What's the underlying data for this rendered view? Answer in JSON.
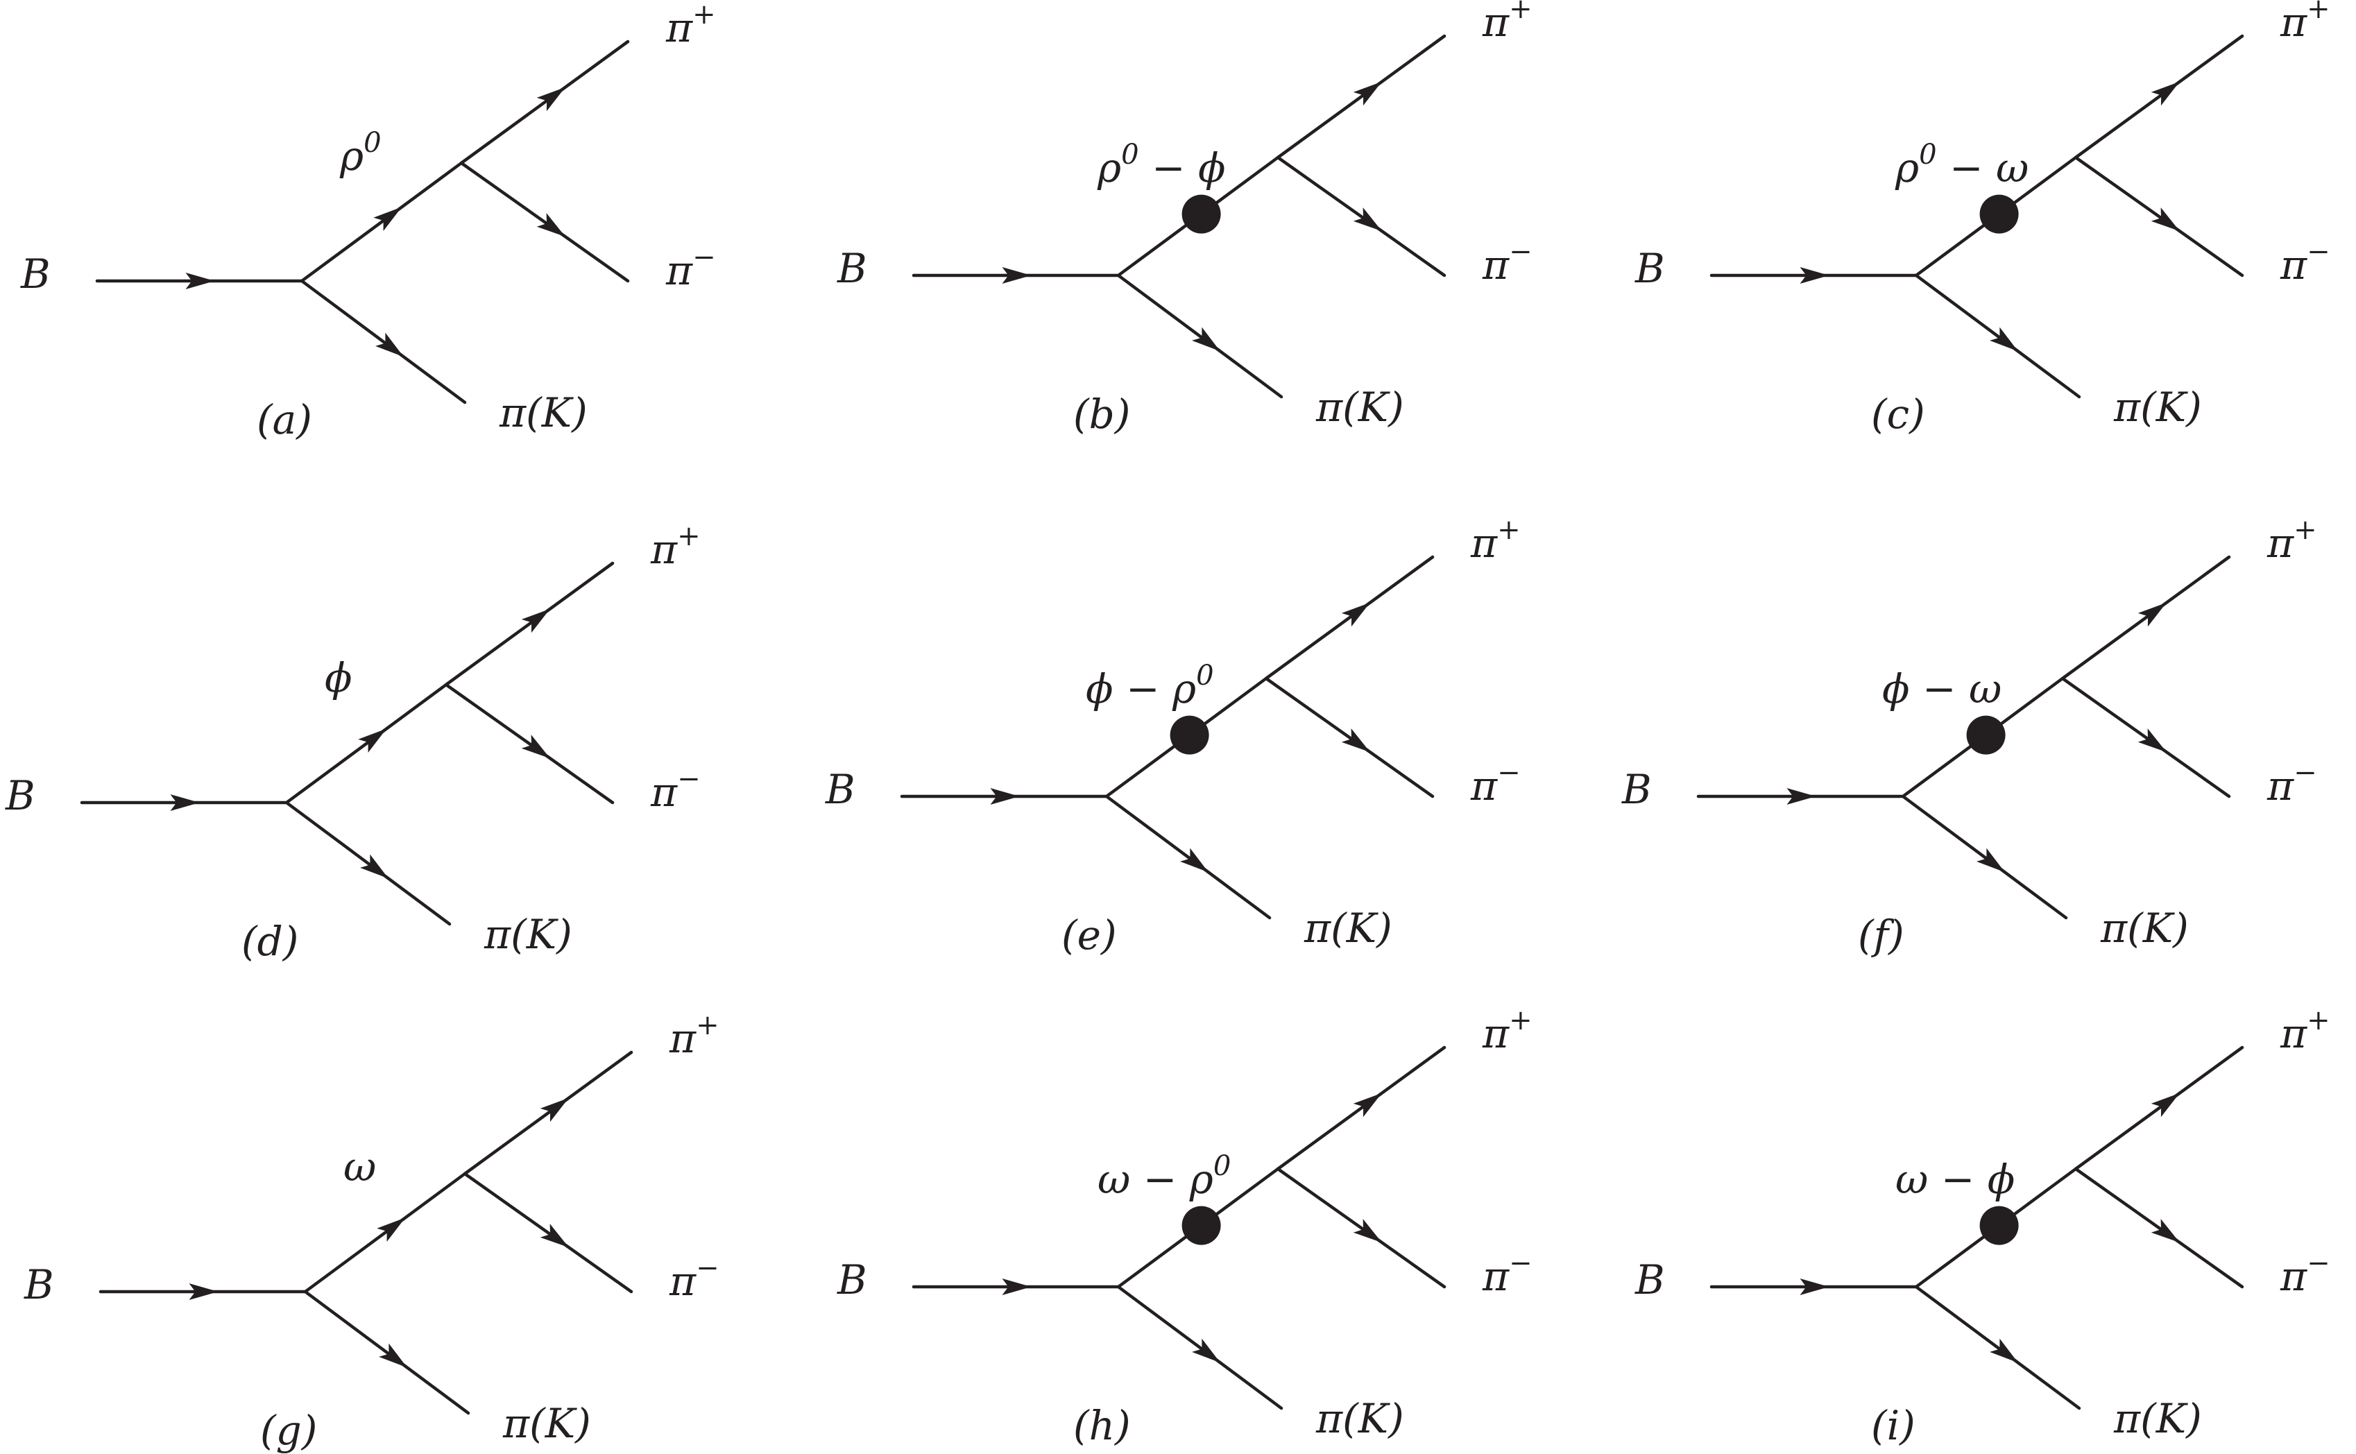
{
  "diagrams": [
    {
      "id": "a",
      "caption": "(a)",
      "incoming": "B",
      "intermediate": "ρ",
      "intermediate_sup": "0",
      "blob": false,
      "out_top": "π",
      "out_top_sup": "+",
      "out_mid": "π",
      "out_mid_sup": "−",
      "out_bottom": "π(K)"
    },
    {
      "id": "b",
      "caption": "(b)",
      "incoming": "B",
      "intermediate": "ρ",
      "intermediate_sup": "0",
      "intermediate_tail": " − ϕ",
      "blob": true,
      "out_top": "π",
      "out_top_sup": "+",
      "out_mid": "π",
      "out_mid_sup": "−",
      "out_bottom": "π(K)"
    },
    {
      "id": "c",
      "caption": "(c)",
      "incoming": "B",
      "intermediate": "ρ",
      "intermediate_sup": "0",
      "intermediate_tail": " − ω",
      "blob": true,
      "out_top": "π",
      "out_top_sup": "+",
      "out_mid": "π",
      "out_mid_sup": "−",
      "out_bottom": "π(K)"
    },
    {
      "id": "d",
      "caption": "(d)",
      "incoming": "B",
      "intermediate": "ϕ",
      "blob": false,
      "out_top": "π",
      "out_top_sup": "+",
      "out_mid": "π",
      "out_mid_sup": "−",
      "out_bottom": "π(K)"
    },
    {
      "id": "e",
      "caption": "(e)",
      "incoming": "B",
      "intermediate": "ϕ − ρ",
      "intermediate_sup": "0",
      "blob": true,
      "out_top": "π",
      "out_top_sup": "+",
      "out_mid": "π",
      "out_mid_sup": "−",
      "out_bottom": "π(K)"
    },
    {
      "id": "f",
      "caption": "(f)",
      "incoming": "B",
      "intermediate": "ϕ − ω",
      "blob": true,
      "out_top": "π",
      "out_top_sup": "+",
      "out_mid": "π",
      "out_mid_sup": "−",
      "out_bottom": "π(K)"
    },
    {
      "id": "g",
      "caption": "(g)",
      "incoming": "B",
      "intermediate": "ω",
      "blob": false,
      "out_top": "π",
      "out_top_sup": "+",
      "out_mid": "π",
      "out_mid_sup": "−",
      "out_bottom": "π(K)"
    },
    {
      "id": "h",
      "caption": "(h)",
      "incoming": "B",
      "intermediate": "ω − ρ",
      "intermediate_sup": "0",
      "blob": true,
      "out_top": "π",
      "out_top_sup": "+",
      "out_mid": "π",
      "out_mid_sup": "−",
      "out_bottom": "π(K)"
    },
    {
      "id": "i",
      "caption": "(i)",
      "incoming": "B",
      "intermediate": "ω − ϕ",
      "blob": true,
      "out_top": "π",
      "out_top_sup": "+",
      "out_mid": "π",
      "out_mid_sup": "−",
      "out_bottom": "π(K)"
    }
  ]
}
